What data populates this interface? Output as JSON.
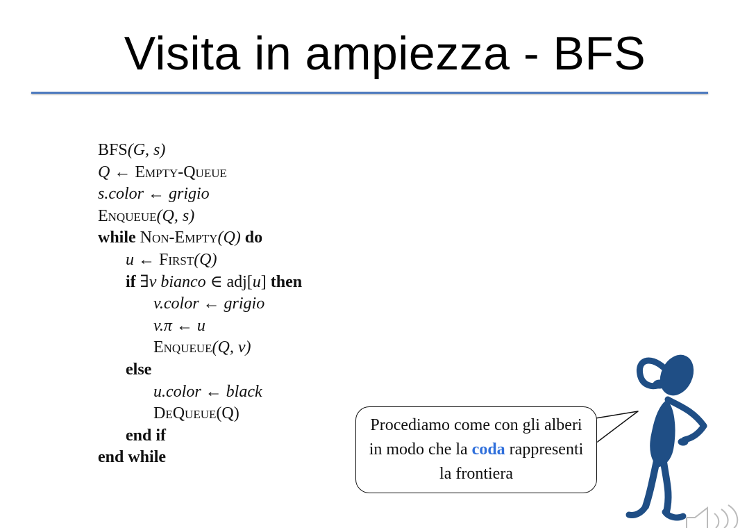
{
  "slide": {
    "title": "Visita in ampiezza - BFS"
  },
  "algorithm": {
    "signature": {
      "name": "BFS",
      "args": "(G, s)"
    },
    "init_queue": {
      "var": "Q",
      "arrow": " ← ",
      "call": "Empty-Queue"
    },
    "color_source": {
      "lhs": "s.color",
      "arrow": " ← ",
      "rhs": "grigio"
    },
    "enqueue_source": {
      "call": "Enqueue",
      "args": "(Q, s)"
    },
    "while_line": {
      "kw": "while",
      "call": "Non-Empty",
      "args": "(Q)",
      "kw2": "do"
    },
    "first_line": {
      "var": "u",
      "arrow": " ← ",
      "call": "First",
      "args": "(Q)"
    },
    "if_line": {
      "kw": "if",
      "exists": " ∃",
      "v": "v",
      "bianco": "bianco",
      "in": " ∈ adj[",
      "u": "u",
      "close": "]",
      "kw2": "then"
    },
    "color_v": {
      "lhs": "v.color",
      "arrow": " ← ",
      "rhs": "grigio"
    },
    "pi_v": {
      "lhs": "v.π",
      "arrow": " ← ",
      "rhs": "u"
    },
    "enqueue_v": {
      "call": "Enqueue",
      "args": "(Q, v)"
    },
    "else_kw": "else",
    "color_u": {
      "lhs": "u.color",
      "arrow": " ← ",
      "rhs": "black"
    },
    "dequeue": {
      "call": "DeQueue",
      "args": "(Q)"
    },
    "end_if": "end if",
    "end_while": "end while"
  },
  "speech_bubble": {
    "part1": "Procediamo come con gli alberi in modo che la ",
    "highlight": "coda",
    "part2": " rappresenti la frontiera",
    "highlight_color": "#2f6fdb"
  },
  "icons": [
    "thinking-figure-icon",
    "speaker-icon"
  ],
  "colors": {
    "title_rule": "#4f7bbf",
    "figure": "#1f4e85"
  }
}
